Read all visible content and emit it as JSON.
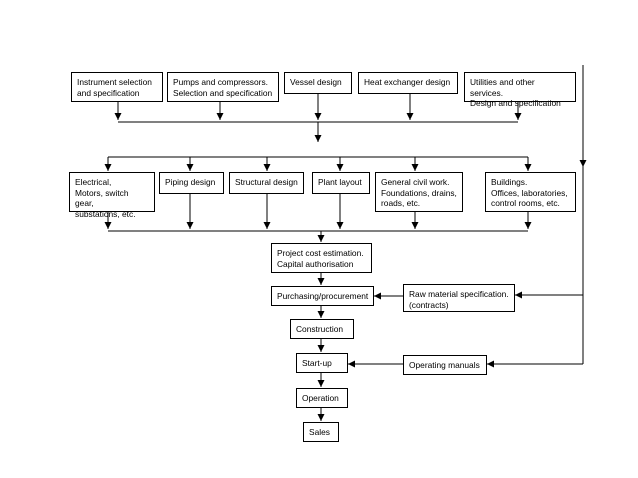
{
  "boxes": {
    "instrument": "Instrument selection\nand specification",
    "pumps": "Pumps and compressors.\nSelection and specification",
    "vessel": "Vessel design",
    "heatex": "Heat exchanger design",
    "utilities": "Utilities and other services.\nDesign and specification",
    "electrical": "Electrical,\nMotors, switch gear,\nsubstations, etc.",
    "piping": "Piping design",
    "structural": "Structural design",
    "plant_layout": "Plant layout",
    "civil": "General civil work.\nFoundations, drains,\nroads, etc.",
    "buildings": "Buildings.\nOffices, laboratories,\ncontrol rooms, etc.",
    "cost": "Project cost estimation.\nCapital authorisation",
    "purchasing": "Purchasing/procurement",
    "raw_material": "Raw material specification.\n(contracts)",
    "construction": "Construction",
    "startup": "Start-up",
    "operating_manuals": "Operating manuals",
    "operation": "Operation",
    "sales": "Sales"
  }
}
